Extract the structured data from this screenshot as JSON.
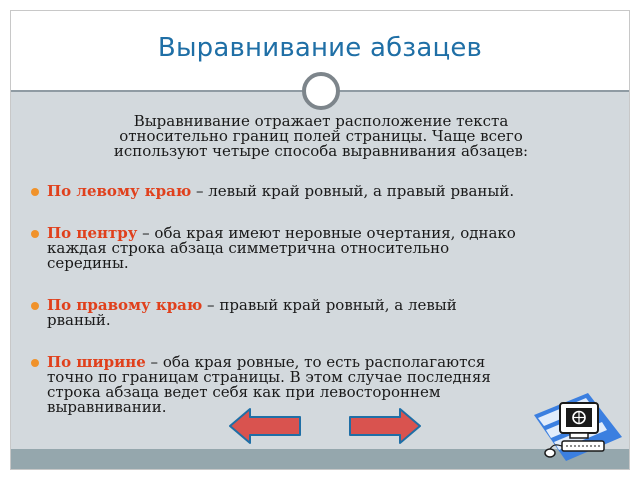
{
  "slide": {
    "title": "Выравнивание абзацев",
    "intro": [
      "Выравнивание отражает расположение текста",
      "относительно границ полей страницы. Чаще всего",
      "используют четыре способа выравнивания абзацев:"
    ],
    "bullets": [
      {
        "term": "По левому краю",
        "lines": [
          " – левый край ровный, а правый рваный."
        ]
      },
      {
        "term": "По центру",
        "lines": [
          " – оба края имеют неровные очертания, однако",
          "каждая строка абзаца симметрична относительно",
          "середины."
        ]
      },
      {
        "term": "По правому краю",
        "lines": [
          " – правый край ровный, а левый",
          "рваный."
        ]
      },
      {
        "term": "По ширине",
        "lines": [
          " – оба края ровные, то есть располагаются",
          "точно по границам страницы. В этом случае последняя",
          "строка абзаца ведет себя как при левостороннем",
          "выравнивании."
        ]
      }
    ]
  },
  "icons": {
    "back": "arrow-left-icon",
    "next": "arrow-right-icon",
    "computer": "computer-icon"
  },
  "colors": {
    "title": "#1f6fa6",
    "term": "#e0401c",
    "bullet": "#f0922a",
    "content_background": "#d3d9dd",
    "arrow_fill": "#d9534f",
    "arrow_stroke": "#1f6fa6"
  }
}
